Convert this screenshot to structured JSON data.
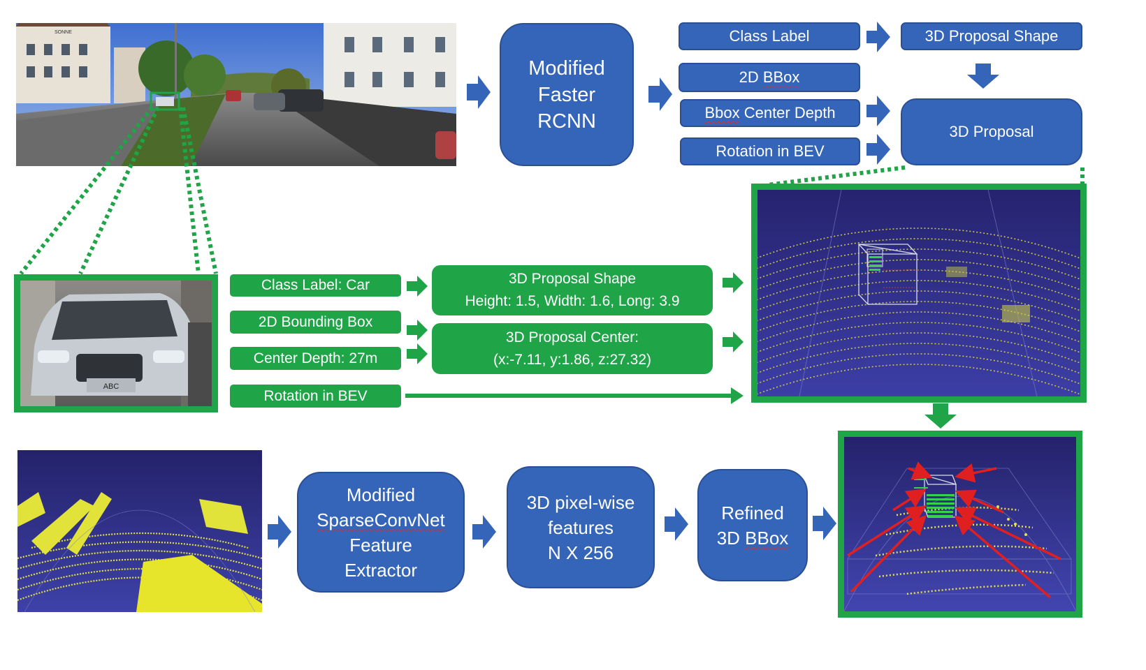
{
  "colors": {
    "blue_box": "#3565b8",
    "green_box": "#1fa448",
    "point_cloud_bg": "#2c2a8a",
    "points_yellow": "#d8d83a",
    "points_green": "#35d24a",
    "red_arrow": "#e02020"
  },
  "top_row": {
    "detector": {
      "line1": "Modified",
      "line2": "Faster",
      "line3": "RCNN"
    },
    "class_label": "Class Label",
    "bbox_2d_prefix": "2D ",
    "bbox_2d_word": "BBox",
    "center_depth_word": "Bbox",
    "center_depth_suffix": " Center Depth",
    "rotation": "Rotation in BEV",
    "proposal_shape": "3D Proposal Shape",
    "proposal": "3D Proposal"
  },
  "middle_row": {
    "class_label": "Class Label: Car",
    "bounding_box": "2D Bounding Box",
    "center_depth": "Center Depth: 27m",
    "rotation": "Rotation in BEV",
    "shape_title": "3D Proposal Shape",
    "shape_values": "Height: 1.5, Width: 1.6, Long: 3.9",
    "center_title": "3D Proposal Center:",
    "center_values": "(x:-7.11, y:1.86, z:27.32)"
  },
  "bottom_row": {
    "extractor": {
      "line1": "Modified",
      "line2": "SparseConvNet",
      "line3": "Feature",
      "line4": "Extractor"
    },
    "features": {
      "line1": "3D pixel-wise",
      "line2": "features",
      "line3": "N X 256"
    },
    "refined": {
      "line1": "Refined",
      "line2_prefix": "3D ",
      "line2_word": "BBox"
    }
  },
  "images": {
    "street": {
      "sign_text": "SONNE"
    },
    "car_crop": {
      "plate_text": "ABC"
    }
  }
}
